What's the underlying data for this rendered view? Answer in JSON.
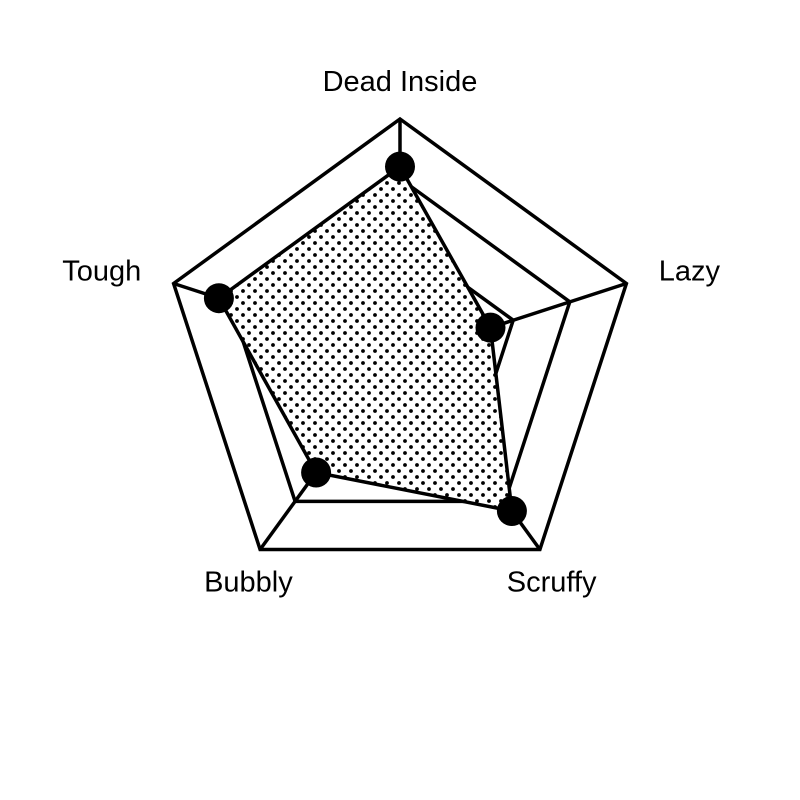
{
  "chart_data": {
    "type": "radar",
    "axes": [
      "Dead Inside",
      "Lazy",
      "Scruffy",
      "Bubbly",
      "Tough"
    ],
    "values": [
      4,
      2,
      4,
      3,
      4
    ],
    "range": [
      0,
      5
    ],
    "rings": 4,
    "grid": true,
    "fill_pattern": "dots",
    "colors": {
      "line": "#000000",
      "fill_dots": "#000000",
      "background": "#ffffff"
    }
  }
}
